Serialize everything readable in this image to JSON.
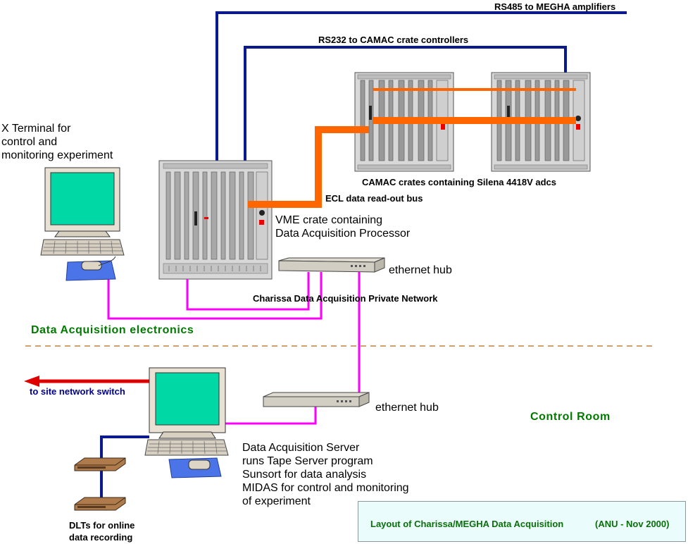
{
  "labels": {
    "rs485": "RS485 to MEGHA amplifiers",
    "rs232": "RS232 to CAMAC crate controllers",
    "x_terminal": "X Terminal for\ncontrol and\nmonitoring experiment",
    "camac_crates": "CAMAC crates containing Silena 4418V adcs",
    "ecl_bus": "ECL data read-out bus",
    "vme_crate": "VME crate containing\nData Acquisition Processor",
    "ethernet_hub_top": "ethernet hub",
    "private_network": "Charissa Data Acquisition Private Network",
    "section_electronics": "Data Acquisition electronics",
    "site_switch": "to site network switch",
    "ethernet_hub_bottom": "ethernet hub",
    "section_control_room": "Control Room",
    "server": "Data Acquisition Server\nruns Tape Server program\nSunsort for data analysis\nMIDAS for control and monitoring\nof experiment",
    "dlts": "DLTs for online\ndata recording"
  },
  "caption": {
    "title": "Layout of Charissa/MEGHA Data Acquisition",
    "credit": "(ANU - Nov 2000)"
  },
  "colors": {
    "rs_lines": "#0a1a8c",
    "ecl_bus": "#ff6600",
    "network": "#ff00ff",
    "site_link": "#e00000",
    "section_text": "#007a00",
    "divider": "#c08040",
    "screen": "#00d9a6",
    "caption_bg": "#eafcfc"
  },
  "icons": [
    "x-terminal-icon",
    "vme-crate-icon",
    "camac-crate-icon",
    "ethernet-hub-icon",
    "server-workstation-icon",
    "dlt-tape-drive-icon",
    "arrow-left-icon"
  ]
}
